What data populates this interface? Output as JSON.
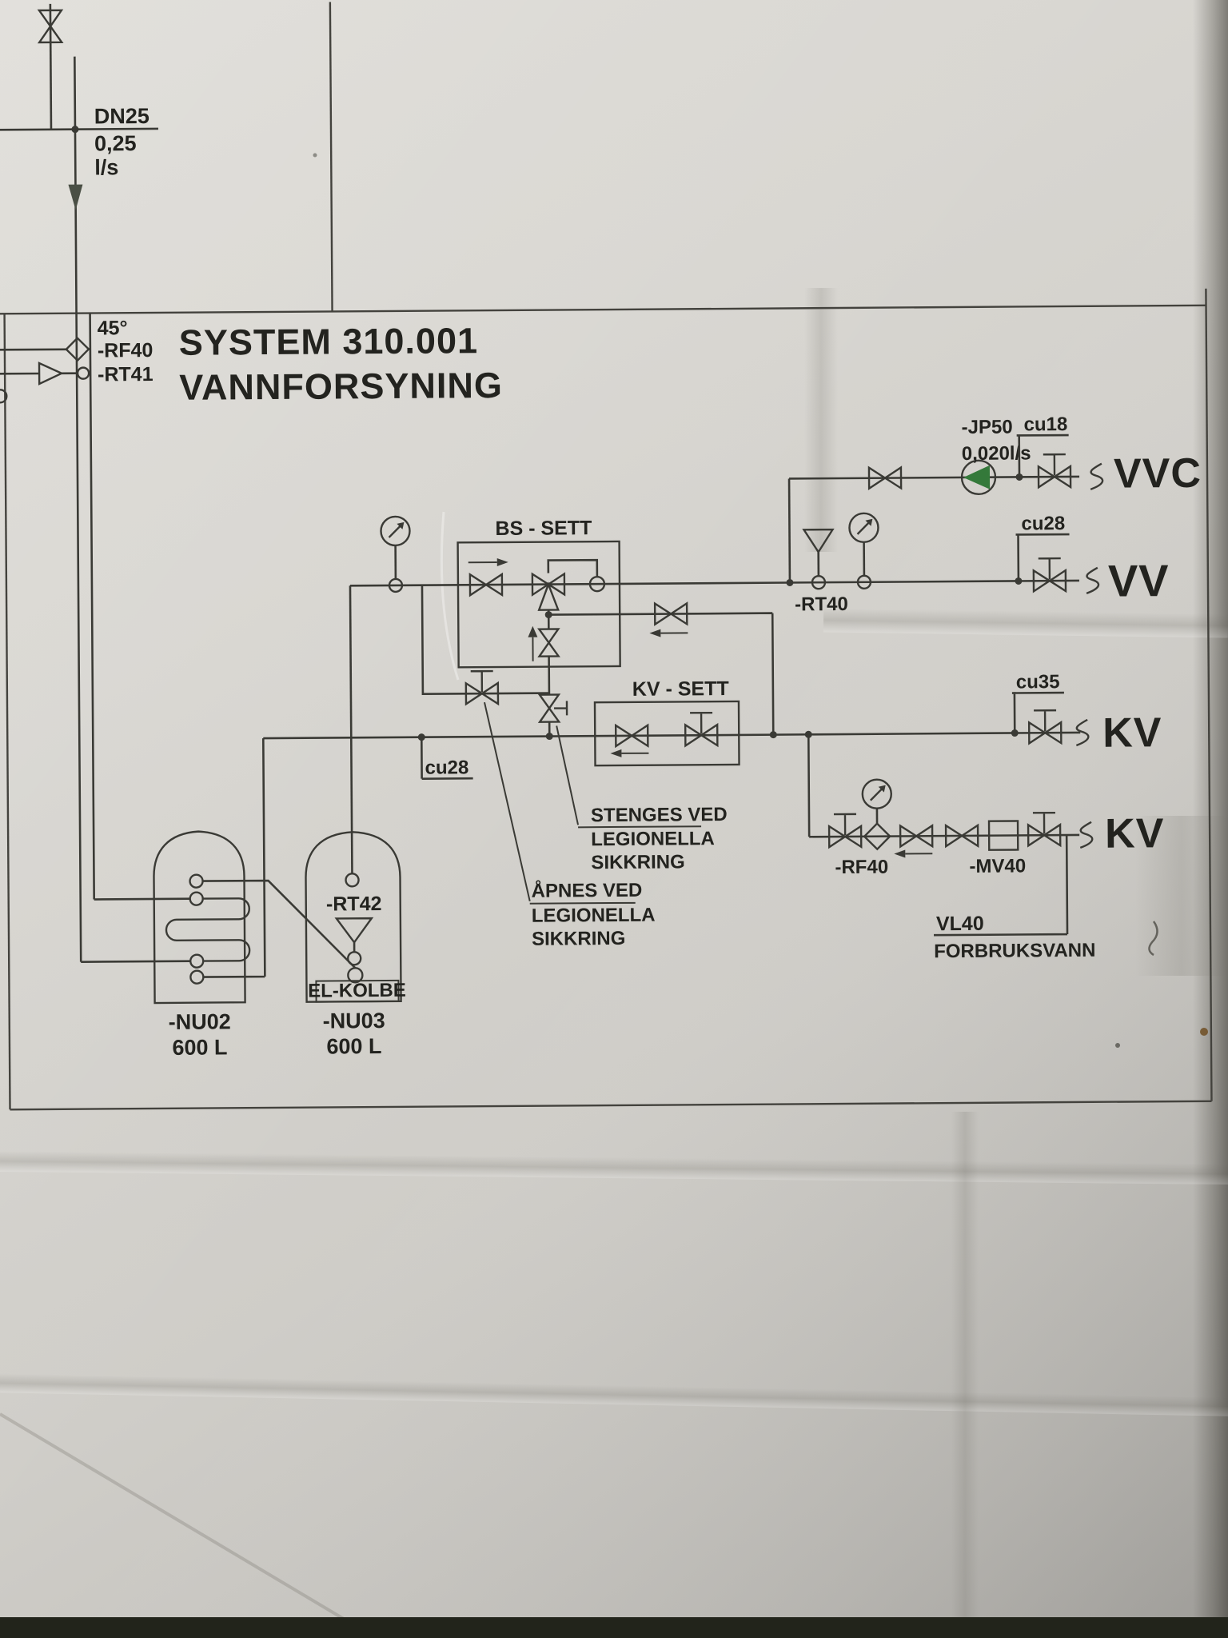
{
  "colors": {
    "paper": "#d6d4cf",
    "line": "#3a3a35",
    "text": "#23231f",
    "pump_green": "#34793a",
    "photo_edge": "#22241b"
  },
  "feed": {
    "dn": "DN25",
    "flow": "0,25",
    "unit": "l/s"
  },
  "inlet": {
    "angle": "45°",
    "rf40": "-RF40",
    "rt41": "-RT41"
  },
  "title": {
    "line1": "SYSTEM 310.001",
    "line2": "VANNFORSYNING"
  },
  "vvc_line": {
    "pump_tag": "-JP50",
    "pump_flow": "0,020l/s",
    "pipe": "cu18",
    "label": "VVC"
  },
  "vv_line": {
    "pipe": "cu28",
    "label": "VV",
    "sensor_tag": "-RT40"
  },
  "bs_sett": {
    "label": "BS - SETT"
  },
  "kv_sett": {
    "label": "KV - SETT"
  },
  "kv_line": {
    "pipe": "cu35",
    "label": "KV",
    "branch_pipe": "cu28"
  },
  "kv_lower_line": {
    "rf40": "-RF40",
    "mv40": "-MV40",
    "label": "KV",
    "vl40": "VL40",
    "forbruksvann": "FORBRUKSVANN"
  },
  "legionella_notes": {
    "stenges": [
      "STENGES VED",
      "LEGIONELLA",
      "SIKKRING"
    ],
    "apnes": [
      "ÅPNES VED",
      "LEGIONELLA",
      "SIKKRING"
    ]
  },
  "tanks": {
    "t1": {
      "tag": "-NU02",
      "volume": "600 L"
    },
    "t2": {
      "tag": "-NU03",
      "volume": "600 L",
      "sensor": "-RT42",
      "element": "EL-KOLBE"
    }
  }
}
